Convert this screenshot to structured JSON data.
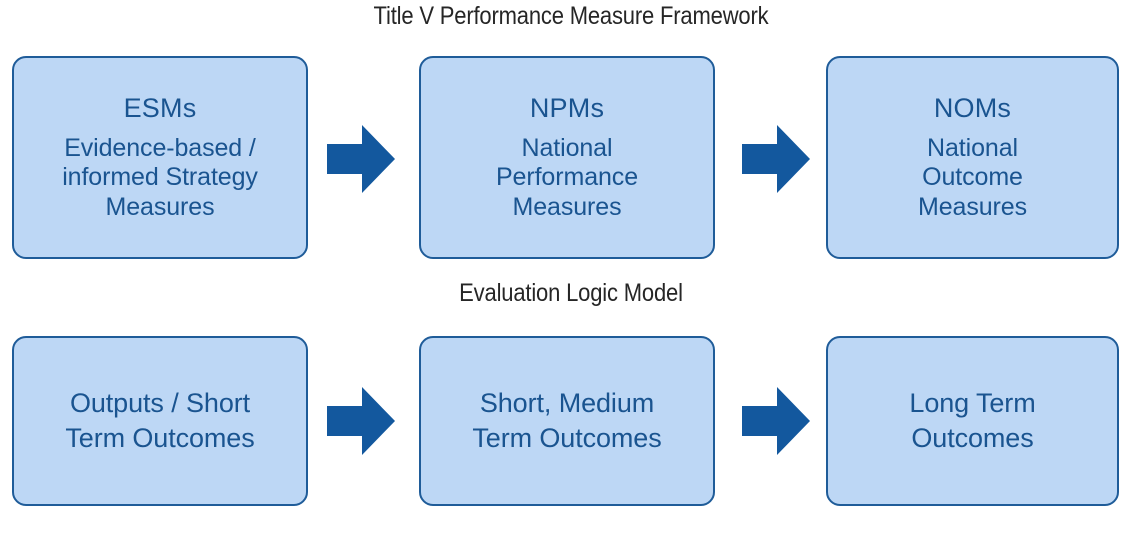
{
  "diagram": {
    "sections": [
      {
        "title": "Title V Performance Measure Framework",
        "boxes": [
          {
            "heading": "ESMs",
            "body": "Evidence-based /\ninformed Strategy\nMeasures"
          },
          {
            "heading": "NPMs",
            "body": "National\nPerformance\nMeasures"
          },
          {
            "heading": "NOMs",
            "body": "National\nOutcome\nMeasures"
          }
        ]
      },
      {
        "title": "Evaluation Logic Model",
        "boxes": [
          {
            "heading": "",
            "body": "Outputs / Short\nTerm Outcomes"
          },
          {
            "heading": "",
            "body": "Short, Medium\nTerm Outcomes"
          },
          {
            "heading": "",
            "body": "Long Term\nOutcomes"
          }
        ]
      }
    ],
    "arrows": {
      "direction": "right",
      "count": 4,
      "color": "#13589e"
    },
    "colors": {
      "box_fill": "#bdd7f5",
      "box_border": "#1f5c99",
      "box_text": "#1a5490",
      "title_text": "#262626",
      "arrow": "#13589e",
      "background": "#ffffff"
    }
  }
}
